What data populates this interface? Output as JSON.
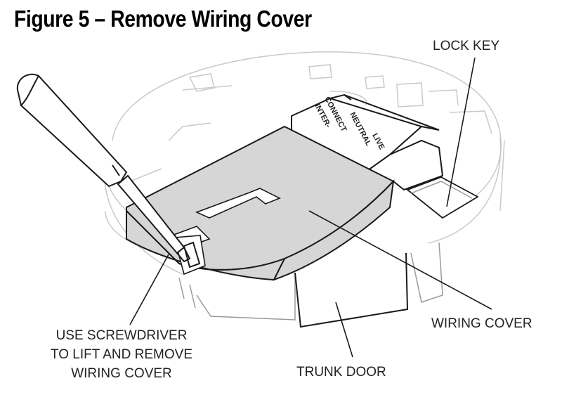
{
  "title": "Figure 5 – Remove Wiring Cover",
  "callouts": {
    "lock_key": "LOCK KEY",
    "wiring_cover": "WIRING COVER",
    "trunk_door": "TRUNK DOOR",
    "screwdriver_line1": "USE SCREWDRIVER",
    "screwdriver_line2": "TO LIFT AND REMOVE",
    "screwdriver_line3": "WIRING COVER"
  },
  "terminals": {
    "interconnect_1": "INTER-",
    "interconnect_2": "CONNECT",
    "neutral": "NEUTRAL",
    "live": "LIVE"
  },
  "colors": {
    "cover_fill": "#d6d6d6",
    "line": "#1a1a1a",
    "base_outline": "#c9c9c9"
  }
}
